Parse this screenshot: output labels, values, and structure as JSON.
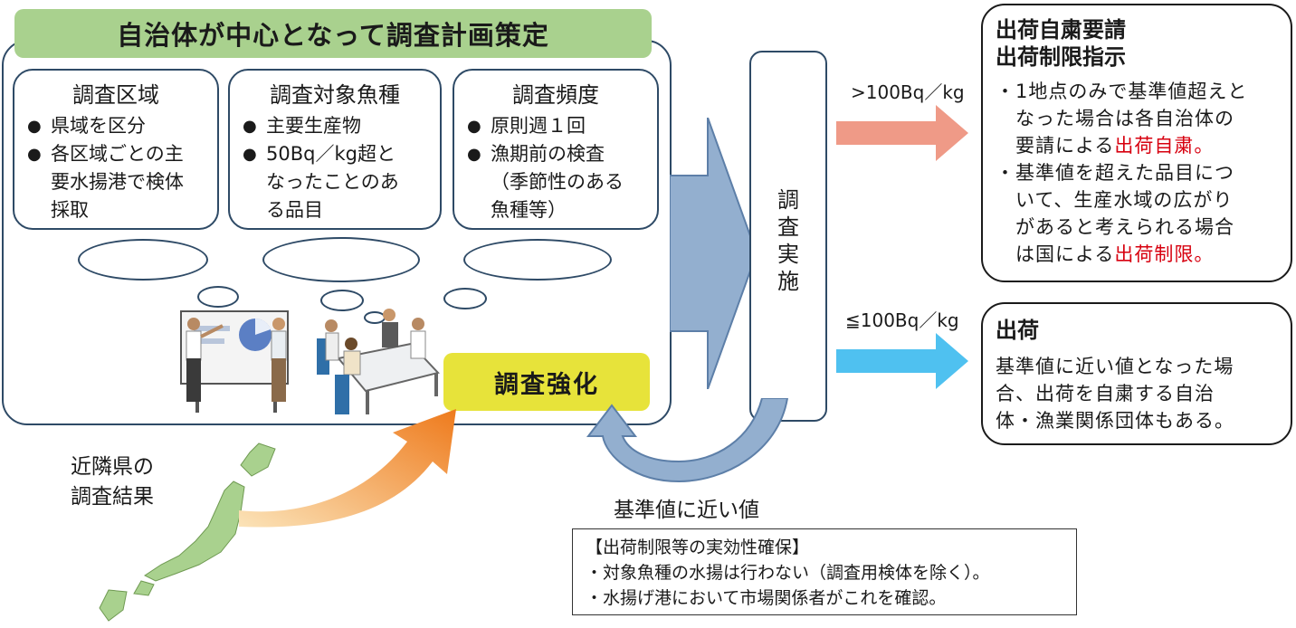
{
  "title": "自治体が中心となって調査計画策定",
  "plan_cards": [
    {
      "title": "調査区域",
      "bullets": [
        {
          "lines": [
            "県域を区分"
          ]
        },
        {
          "lines": [
            "各区域ごとの主",
            "要水揚港で検体",
            "採取"
          ]
        }
      ]
    },
    {
      "title": "調査対象魚種",
      "bullets": [
        {
          "lines": [
            "主要生産物"
          ]
        },
        {
          "lines": [
            "50Bq／kg超と",
            "なったことのあ",
            "る品目"
          ]
        }
      ]
    },
    {
      "title": "調査頻度",
      "bullets": [
        {
          "lines": [
            "原則週１回"
          ]
        },
        {
          "lines": [
            "漁期前の検査",
            "（季節性のある",
            "魚種等）"
          ]
        }
      ]
    }
  ],
  "bullet_symbol": "●",
  "enhance_label": "調査強化",
  "implementation_label": "調\n査\n実\n施",
  "threshold_over": ">100Bq／kg",
  "threshold_under": "≦100Bq／kg",
  "restriction": {
    "title_lines": [
      "出荷自粛要請",
      "出荷制限指示"
    ],
    "lines": [
      {
        "text": "・1地点のみで基準値超えと"
      },
      {
        "text": "　なった場合は各自治体の"
      },
      {
        "text": "　要請による",
        "red": "出荷自粛。"
      },
      {
        "text": "・基準値を超えた品目につ"
      },
      {
        "text": "　いて、生産水域の広がり"
      },
      {
        "text": "　があると考えられる場合"
      },
      {
        "text": "　は国による",
        "red": "出荷制限。"
      }
    ]
  },
  "shipment": {
    "title": "出荷",
    "lines": [
      "基準値に近い値となった場",
      "合、出荷を自粛する自治",
      "体・漁業関係団体もある。"
    ]
  },
  "near_value_label": "基準値に近い値",
  "neighbor_label": [
    "近隣県の",
    "調査結果"
  ],
  "note": {
    "heading": "【出荷制限等の実効性確保】",
    "lines": [
      "・対象魚種の水揚は行わない（調査用検体を除く）。",
      "・水揚げ港において市場関係者がこれを確認。"
    ]
  },
  "colors": {
    "banner_green": "#a9d18e",
    "enhance_yellow": "#e7e33a",
    "arrow_salmon": "#ef9a87",
    "arrow_blue": "#4fc1f0",
    "big_arrow_blue": "#93afcf",
    "curve_arrow_orange": "#ee7a1c",
    "map_green": "#a9d18e",
    "border_navy": "#2e4a66",
    "restriction_red": "#d7000f"
  },
  "icons": [
    "meeting-presentation-illustration",
    "meeting-table-illustration",
    "japan-map-illustration"
  ]
}
